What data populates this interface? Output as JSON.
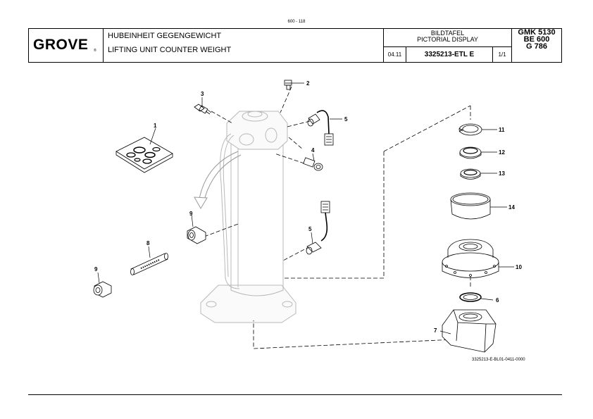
{
  "page_number": "600 - 118",
  "header": {
    "logo": "GROVE",
    "logo_mark": "®",
    "title_de": "HUBEINHEIT GEGENGEWICHT",
    "title_en": "LIFTING UNIT COUNTER WEIGHT",
    "display_label_de": "BILDTAFEL",
    "display_label_en": "PICTORIAL DISPLAY",
    "date": "04.11",
    "part_number": "3325213-ETL E",
    "page": "1/1",
    "models": [
      "GMK 5130",
      "BE 600",
      "G 786"
    ]
  },
  "callouts": {
    "c1": "1",
    "c2": "2",
    "c3": "3",
    "c4": "4",
    "c5a": "5",
    "c5b": "5",
    "c6": "6",
    "c7": "7",
    "c8": "8",
    "c9a": "9",
    "c9b": "9",
    "c10": "10",
    "c11": "11",
    "c12": "12",
    "c13": "13",
    "c14": "14"
  },
  "drawing_id": "3325213-E-BL01-0411-0000"
}
